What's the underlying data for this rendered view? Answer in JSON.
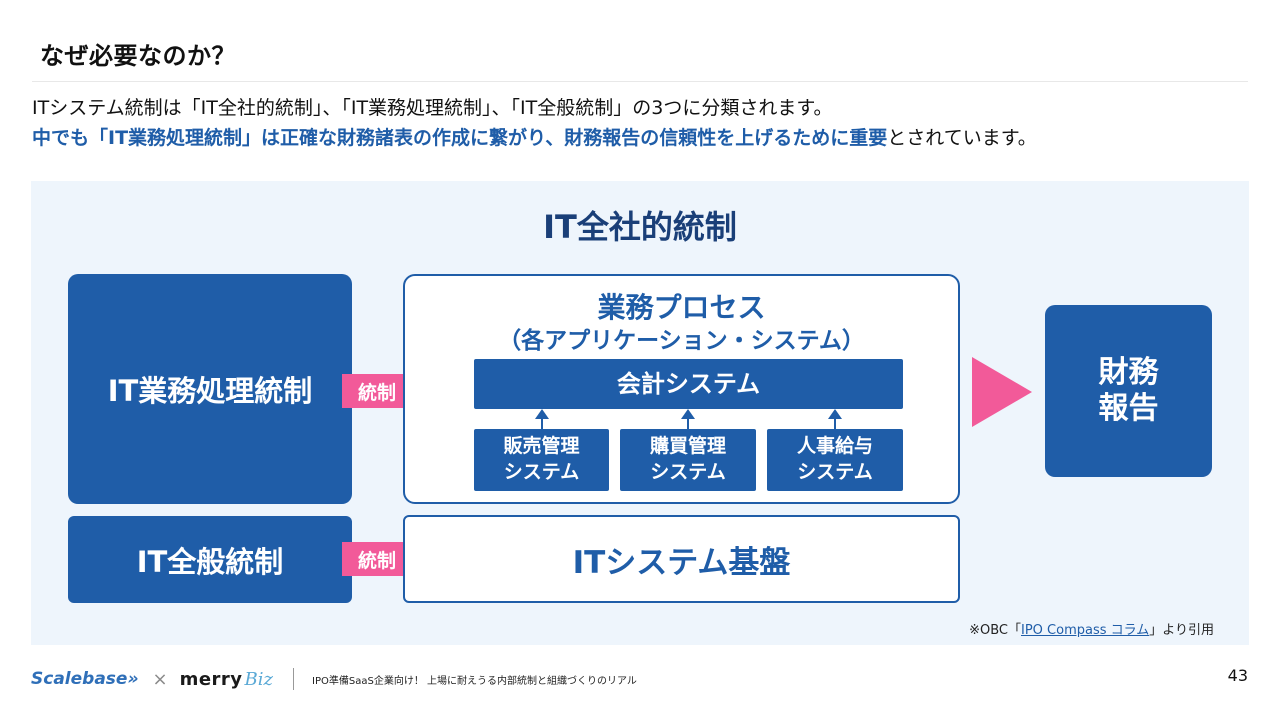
{
  "slide": {
    "title": "なぜ必要なのか？",
    "lead_line1": "ITシステム統制は「IT全社的統制」、「IT業務処理統制」、「IT全般統制」の3つに分類されます。",
    "lead_line2_highlight": "中でも「IT業務処理統制」は正確な財務諸表の作成に繋がり、財務報告の信頼性を上げるために重要",
    "lead_line2_rest": "とされています。",
    "page_number": "43"
  },
  "diagram": {
    "title": "IT全社的統制",
    "it_business_control": "IT業務処理統制",
    "it_general_control": "IT全般統制",
    "control_arrow_label_1": "統制",
    "control_arrow_label_2": "統制",
    "business_process_title": "業務プロセス",
    "business_process_subtitle": "（各アプリケーション・システム）",
    "accounting_system": "会計システム",
    "sub_systems": [
      {
        "line1": "販売管理",
        "line2": "システム"
      },
      {
        "line1": "購買管理",
        "line2": "システム"
      },
      {
        "line1": "人事給与",
        "line2": "システム"
      }
    ],
    "it_system_infrastructure": "ITシステム基盤",
    "financial_report_line1": "財務",
    "financial_report_line2": "報告",
    "colors": {
      "primary": "#1f5da8",
      "accent_pink": "#f25a99",
      "panel_bg": "#eef5fc"
    }
  },
  "citation": {
    "prefix": "※OBC「",
    "link_text": "IPO Compass コラム",
    "suffix": "」より引用"
  },
  "footer": {
    "logo_scalebase": "Scalebase»",
    "times": "×",
    "logo_merry": "merry",
    "logo_biz": "Biz",
    "text": "IPO準備SaaS企業向け！ 上場に耐えうる内部統制と組織づくりのリアル"
  }
}
